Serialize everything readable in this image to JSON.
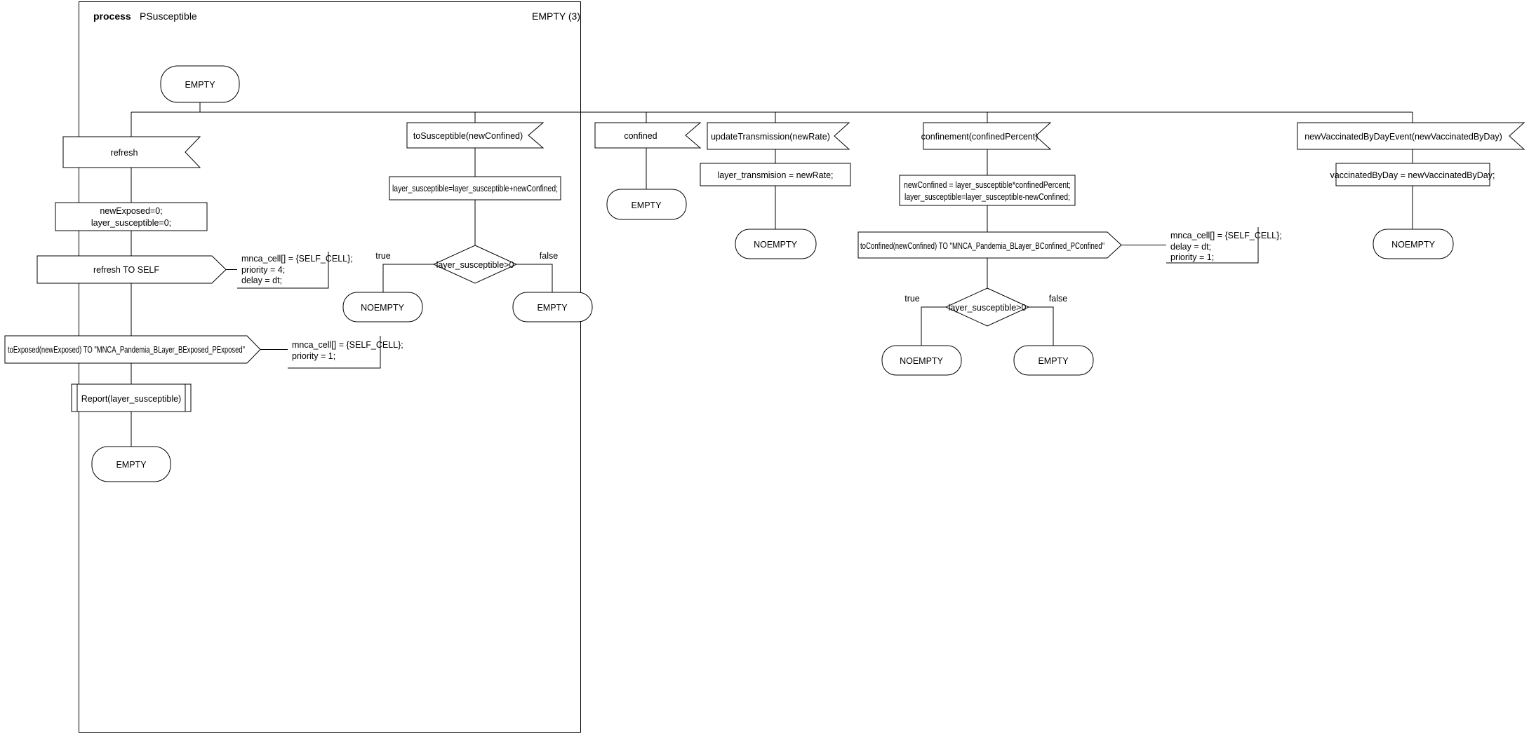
{
  "header": {
    "kind": "process",
    "name": "PSusceptible",
    "state_info": "EMPTY (3)"
  },
  "states": {
    "start": "EMPTY",
    "main_end": "EMPTY",
    "tosusceptible_true": "NOEMPTY",
    "tosusceptible_false": "EMPTY",
    "confined_end": "EMPTY",
    "updatetransmission_end": "NOEMPTY",
    "confinement_true": "NOEMPTY",
    "confinement_false": "EMPTY",
    "vaccinated_end": "NOEMPTY"
  },
  "inputs": {
    "refresh": "refresh",
    "tosusceptible": "toSusceptible(newConfined)",
    "confined": "confined",
    "updatetransmission": "updateTransmission(newRate)",
    "confinement": "confinement(confinedPercent)",
    "newvaccinated": "newVaccinatedByDayEvent(newVaccinatedByDay)"
  },
  "tasks": {
    "init": [
      "newExposed=0;",
      "layer_susceptible=0;"
    ],
    "add_confined": "layer_susceptible=layer_susceptible+newConfined;",
    "set_transmission": "layer_transmision = newRate;",
    "confine": [
      "newConfined = layer_susceptible*confinedPercent;",
      "layer_susceptible=layer_susceptible-newConfined;"
    ],
    "set_vaccinated": "vaccinatedByDay = newVaccinatedByDay;"
  },
  "outputs": {
    "refresh_self": "refresh TO SELF",
    "to_exposed": "toExposed(newExposed) TO \"MNCA_Pandemia_BLayer_BExposed_PExposed\"",
    "to_confined": "toConfined(newConfined) TO \"MNCA_Pandemia_BLayer_BConfined_PConfined\""
  },
  "comments": {
    "refresh_self": [
      "mnca_cell[] = {SELF_CELL};",
      "priority = 4;",
      "delay = dt;"
    ],
    "to_exposed": [
      "mnca_cell[] = {SELF_CELL};",
      "priority = 1;"
    ],
    "to_confined": [
      "mnca_cell[] = {SELF_CELL};",
      "delay = dt;",
      "priority = 1;"
    ]
  },
  "decisions": {
    "tosusceptible": "layer_susceptible>0",
    "confinement": "layer_susceptible>0",
    "true_label": "true",
    "false_label": "false"
  },
  "procedures": {
    "report": "Report(layer_susceptible)"
  }
}
